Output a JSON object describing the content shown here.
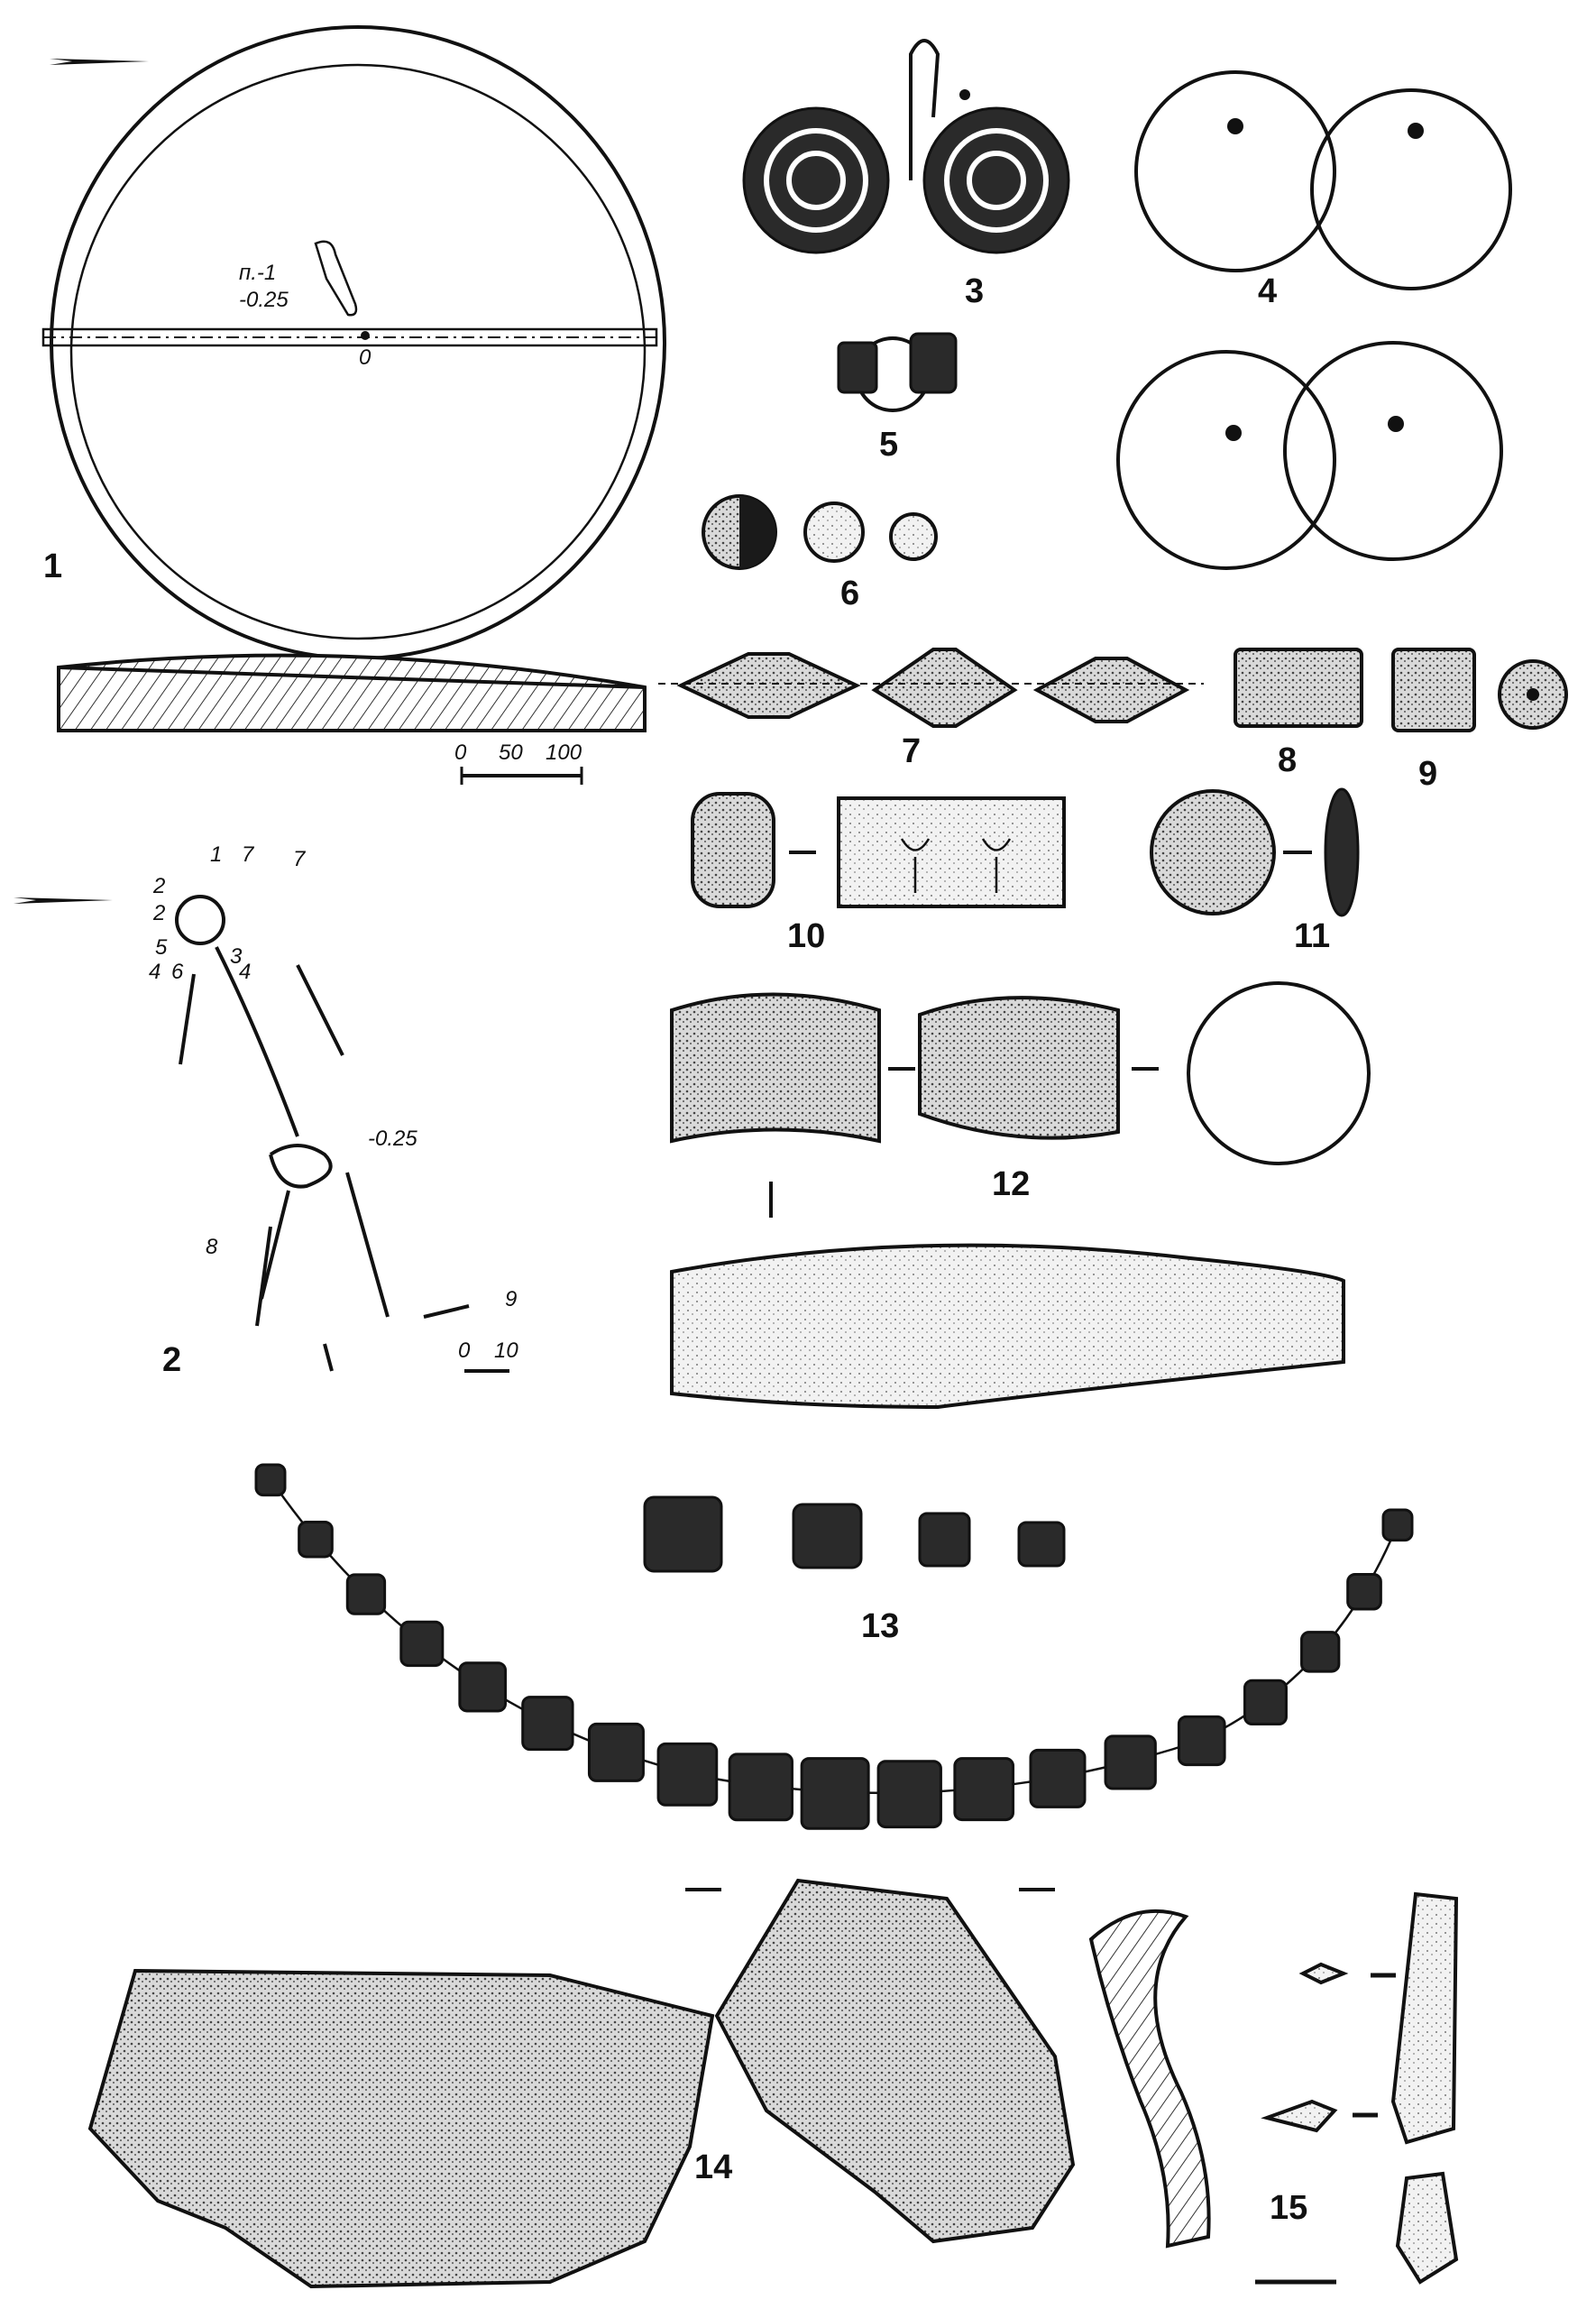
{
  "figures": [
    {
      "id": "fig1",
      "label": "1"
    },
    {
      "id": "fig2",
      "label": "2"
    },
    {
      "id": "fig3",
      "label": "3"
    },
    {
      "id": "fig4",
      "label": "4"
    },
    {
      "id": "fig5",
      "label": "5"
    },
    {
      "id": "fig6",
      "label": "6"
    },
    {
      "id": "fig7",
      "label": "7"
    },
    {
      "id": "fig8",
      "label": "8"
    },
    {
      "id": "fig9",
      "label": "9"
    },
    {
      "id": "fig10",
      "label": "10"
    },
    {
      "id": "fig11",
      "label": "11"
    },
    {
      "id": "fig12",
      "label": "12"
    },
    {
      "id": "fig13",
      "label": "13"
    },
    {
      "id": "fig14",
      "label": "14"
    },
    {
      "id": "fig15",
      "label": "15"
    }
  ],
  "plan": {
    "pit_label": "п.-1",
    "pit_depth": "-0.25",
    "center_mark": "0",
    "scale_ticks": [
      "0",
      "50",
      "100"
    ]
  },
  "burial": {
    "depth": "-0.25",
    "find_numbers": [
      "1",
      "2",
      "2",
      "5",
      "4",
      "6",
      "3",
      "4",
      "7",
      "7",
      "8",
      "9"
    ],
    "scale_ticks": [
      "0",
      "10"
    ]
  },
  "colors": {
    "ink": "#111111",
    "paper": "#ffffff",
    "fill": "#2a2a2a"
  }
}
